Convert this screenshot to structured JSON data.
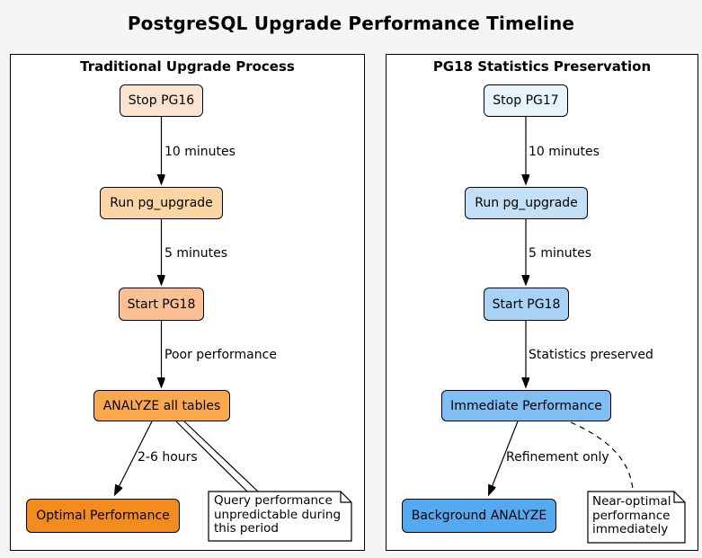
{
  "title": "PostgreSQL Upgrade Performance Timeline",
  "diagram": {
    "type": "flowchart-comparison",
    "panels": [
      {
        "title": "Traditional Upgrade Process",
        "nodes": [
          {
            "label": "Stop PG16",
            "color": "#fbe4cf"
          },
          {
            "label": "Run pg_upgrade",
            "color": "#fbd6a4"
          },
          {
            "label": "Start PG18",
            "color": "#fabf92"
          },
          {
            "label": "ANALYZE all tables",
            "color": "#f9a84e"
          },
          {
            "label": "Optimal Performance",
            "color": "#f28c1e"
          }
        ],
        "edge_labels": [
          "10 minutes",
          "5 minutes",
          "Poor performance",
          "2-6 hours"
        ],
        "note": "Query performance\nunpredictable during\nthis period"
      },
      {
        "title": "PG18 Statistics Preservation",
        "nodes": [
          {
            "label": "Stop PG17",
            "color": "#e8f4fc"
          },
          {
            "label": "Run pg_upgrade",
            "color": "#c3e0f7"
          },
          {
            "label": "Start PG18",
            "color": "#a5d2f5"
          },
          {
            "label": "Immediate Performance",
            "color": "#7fbdf2"
          },
          {
            "label": "Background ANALYZE",
            "color": "#55a9f0"
          }
        ],
        "edge_labels": [
          "10 minutes",
          "5 minutes",
          "Statistics preserved",
          "Refinement only"
        ],
        "note": "Near-optimal\nperformance\nimmediately"
      }
    ]
  }
}
